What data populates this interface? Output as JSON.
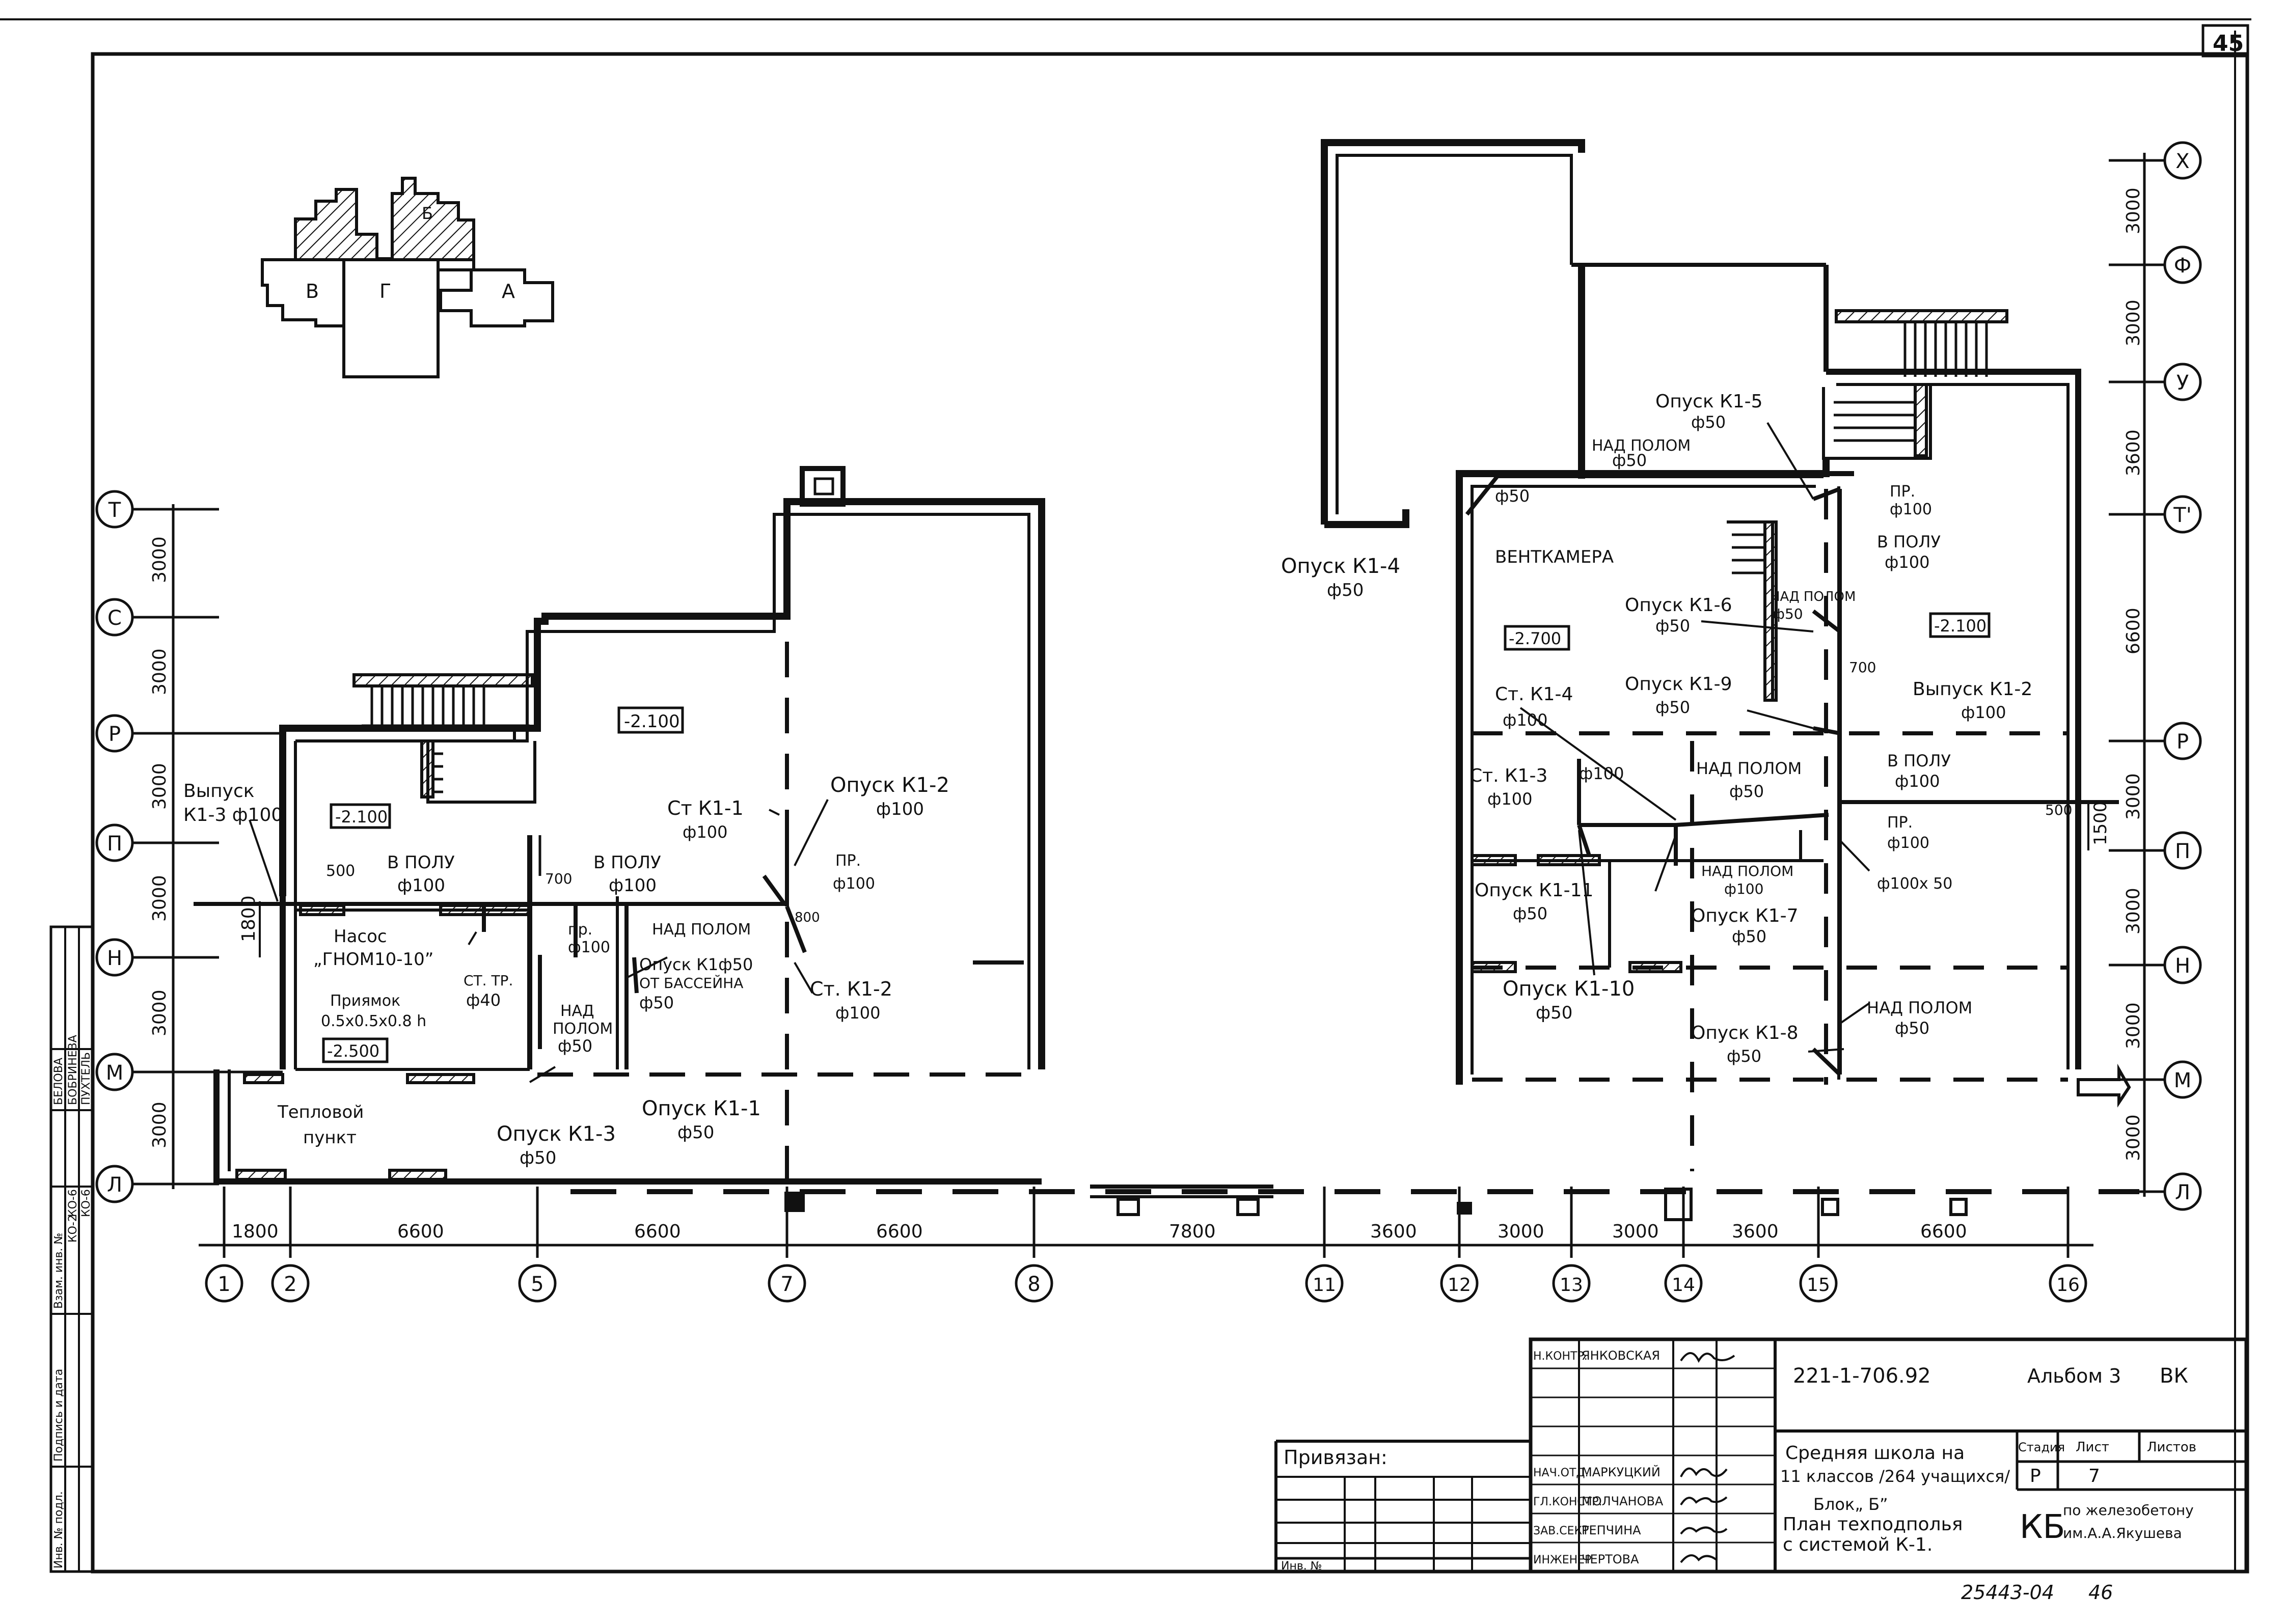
{
  "sheet_number": "45",
  "key_plan": {
    "blocks": [
      "В",
      "Г",
      "Б",
      "А"
    ]
  },
  "row_axes": {
    "left": [
      "Т",
      "С",
      "Р",
      "П",
      "Н",
      "М",
      "Л"
    ],
    "right": [
      "Х",
      "Ф",
      "У",
      "Т'",
      "Р",
      "П",
      "Н",
      "М",
      "Л"
    ]
  },
  "column_axes": [
    "1",
    "2",
    "5",
    "7",
    "8",
    "11",
    "12",
    "13",
    "14",
    "15",
    "16"
  ],
  "dims": {
    "bottom": [
      "1800",
      "6600",
      "6600",
      "6600",
      "7800",
      "3600",
      "3000",
      "3000",
      "3600",
      "6600"
    ],
    "left": [
      "3000",
      "3000",
      "3000",
      "3000",
      "3000",
      "3000"
    ],
    "right": [
      "3000",
      "3000",
      "3600",
      "6600",
      "3000",
      "3000",
      "3000",
      "3000"
    ],
    "left_small": "1800",
    "right_small": "1500"
  },
  "levels": [
    "-2.100",
    "-2.100",
    "-2.500",
    "-2.700",
    "-2.100"
  ],
  "labels": {
    "vypusk_k13_a": "Выпуск",
    "vypusk_k13_b": "К1-3 ф100",
    "v_polu_1": "В ПОЛУ",
    "d100_1": "ф100",
    "d500": "500",
    "d700": "700",
    "v_polu_2": "В ПОЛУ",
    "d100_2": "ф100",
    "nasos_a": "Насос",
    "nasos_b": "„ГНОМ10-10”",
    "st_tr": "СТ. ТР.",
    "d40": "ф40",
    "priyamok_a": "Приямок",
    "priyamok_b": "0.5x0.5x0.8 h",
    "teplovoy_a": "Тепловой",
    "teplovoy_b": "пункт",
    "pr_1": "пр.",
    "d100_pr1": "ф100",
    "nad_polom_1a": "НАД",
    "nad_polom_1b": "ПОЛОМ",
    "d50_1": "ф50",
    "opusk_k13": "Опуск К1-3",
    "d50_k13": "ф50",
    "opusk_k11": "Опуск К1-1",
    "d50_k11": "ф50",
    "st_k11": "Ст К1-1",
    "d100_stk11": "ф100",
    "nad_polom_2": "НАД ПОЛОМ",
    "opusk_k1_basein": "Опуск К1ф50",
    "ot_basseina": "ОТ БАССЕЙНА",
    "d50_bas": "ф50",
    "opusk_k12": "Опуск К1-2",
    "d100_k12": "ф100",
    "pr_2": "ПР.",
    "d100_pr2": "ф100",
    "d800": "800",
    "st_k12": "Ст. К1-2",
    "d100_stk12": "ф100",
    "opusk_k15": "Опуск К1-5",
    "d50_k15": "ф50",
    "nad_polom_3": "НАД ПОЛОМ",
    "d50_np3": "ф50",
    "d50_corner": "ф50",
    "opusk_k14": "Опуск К1-4",
    "d50_k14": "ф50",
    "ventkamera": "ВЕНТКАМЕРА",
    "pr_3": "ПР.",
    "d100_pr3": "ф100",
    "v_polu_3": "В ПОЛУ",
    "d100_vp3": "ф100",
    "opusk_k16": "Опуск К1-6",
    "d50_k16": "ф50",
    "nad_polom_4": "НАД ПОЛОМ",
    "d50_np4": "ф50",
    "d700b": "700",
    "opusk_k19": "Опуск К1-9",
    "d50_k19": "ф50",
    "st_k14": "Ст. К1-4",
    "d100_stk14": "ф100",
    "vypusk_k12": "Выпуск К1-2",
    "d100_vk12": "ф100",
    "st_k13": "Ст. К1-3",
    "d100_stk13": "ф100",
    "d100_stk13b": "ф100",
    "nad_polom_5": "НАД ПОЛОМ",
    "d50_np5": "ф50",
    "v_polu_4": "В ПОЛУ",
    "d100_vp4": "ф100",
    "d500b": "500",
    "pr_4": "ПР.",
    "d100_pr4": "ф100",
    "nad_polom_6": "НАД ПОЛОМ",
    "d100_np6": "ф100",
    "d100x50": "ф100x 50",
    "opusk_k111": "Опуск К1-11",
    "d50_k111": "ф50",
    "opusk_k17": "Опуск К1-7",
    "d50_k17": "ф50",
    "opusk_k110": "Опуск К1-10",
    "d50_k110": "ф50",
    "nad_polom_7": "НАД ПОЛОМ",
    "d50_np7": "ф50",
    "opusk_k18": "Опуск К1-8",
    "d50_k18": "ф50"
  },
  "left_stamp": {
    "col1": [
      "Инв. № подл.",
      "Подпись и дата",
      "Взам. инв. №"
    ],
    "col2": [
      "КО-2",
      "КО-6",
      "КО-6"
    ],
    "col3": [
      "БЕЛОВА",
      "БОБРИНЕВА",
      "ПУХТЕЛЬ"
    ]
  },
  "title_block": {
    "project_code": "221-1-706.92",
    "album": "Альбом 3",
    "mark": "ВК",
    "privyazan": "Привязан:",
    "inv_no": "Инв. №",
    "roles": [
      "Н.КОНТР.",
      "",
      "",
      "",
      "НАЧ.ОТД.",
      "ГЛ.КОНСТР.",
      "ЗАВ.СЕКТ.",
      "ИНЖЕНЕР"
    ],
    "names": [
      "ЯНКОВСКАЯ",
      "",
      "",
      "",
      "МАРКУЦКИЙ",
      "МОЛЧАНОВА",
      "РЕПЧИНА",
      "ЧЕРТОВА"
    ],
    "title_1": "Средняя школа на",
    "title_2": "11 классов /264 учащихся/",
    "sheet_title_1": "Блок„ Б”",
    "sheet_title_2": "План техподполья",
    "sheet_title_3": "с системой  К-1.",
    "stage_h": "Стадия",
    "list_h": "Лист",
    "listov_h": "Листов",
    "stage": "Р",
    "list": "7",
    "org_mark": "КБ",
    "org_1": "по железобетону",
    "org_2": "им.А.А.Якушева"
  },
  "bottom_notes": {
    "archive": "25443-04",
    "page": "46"
  }
}
